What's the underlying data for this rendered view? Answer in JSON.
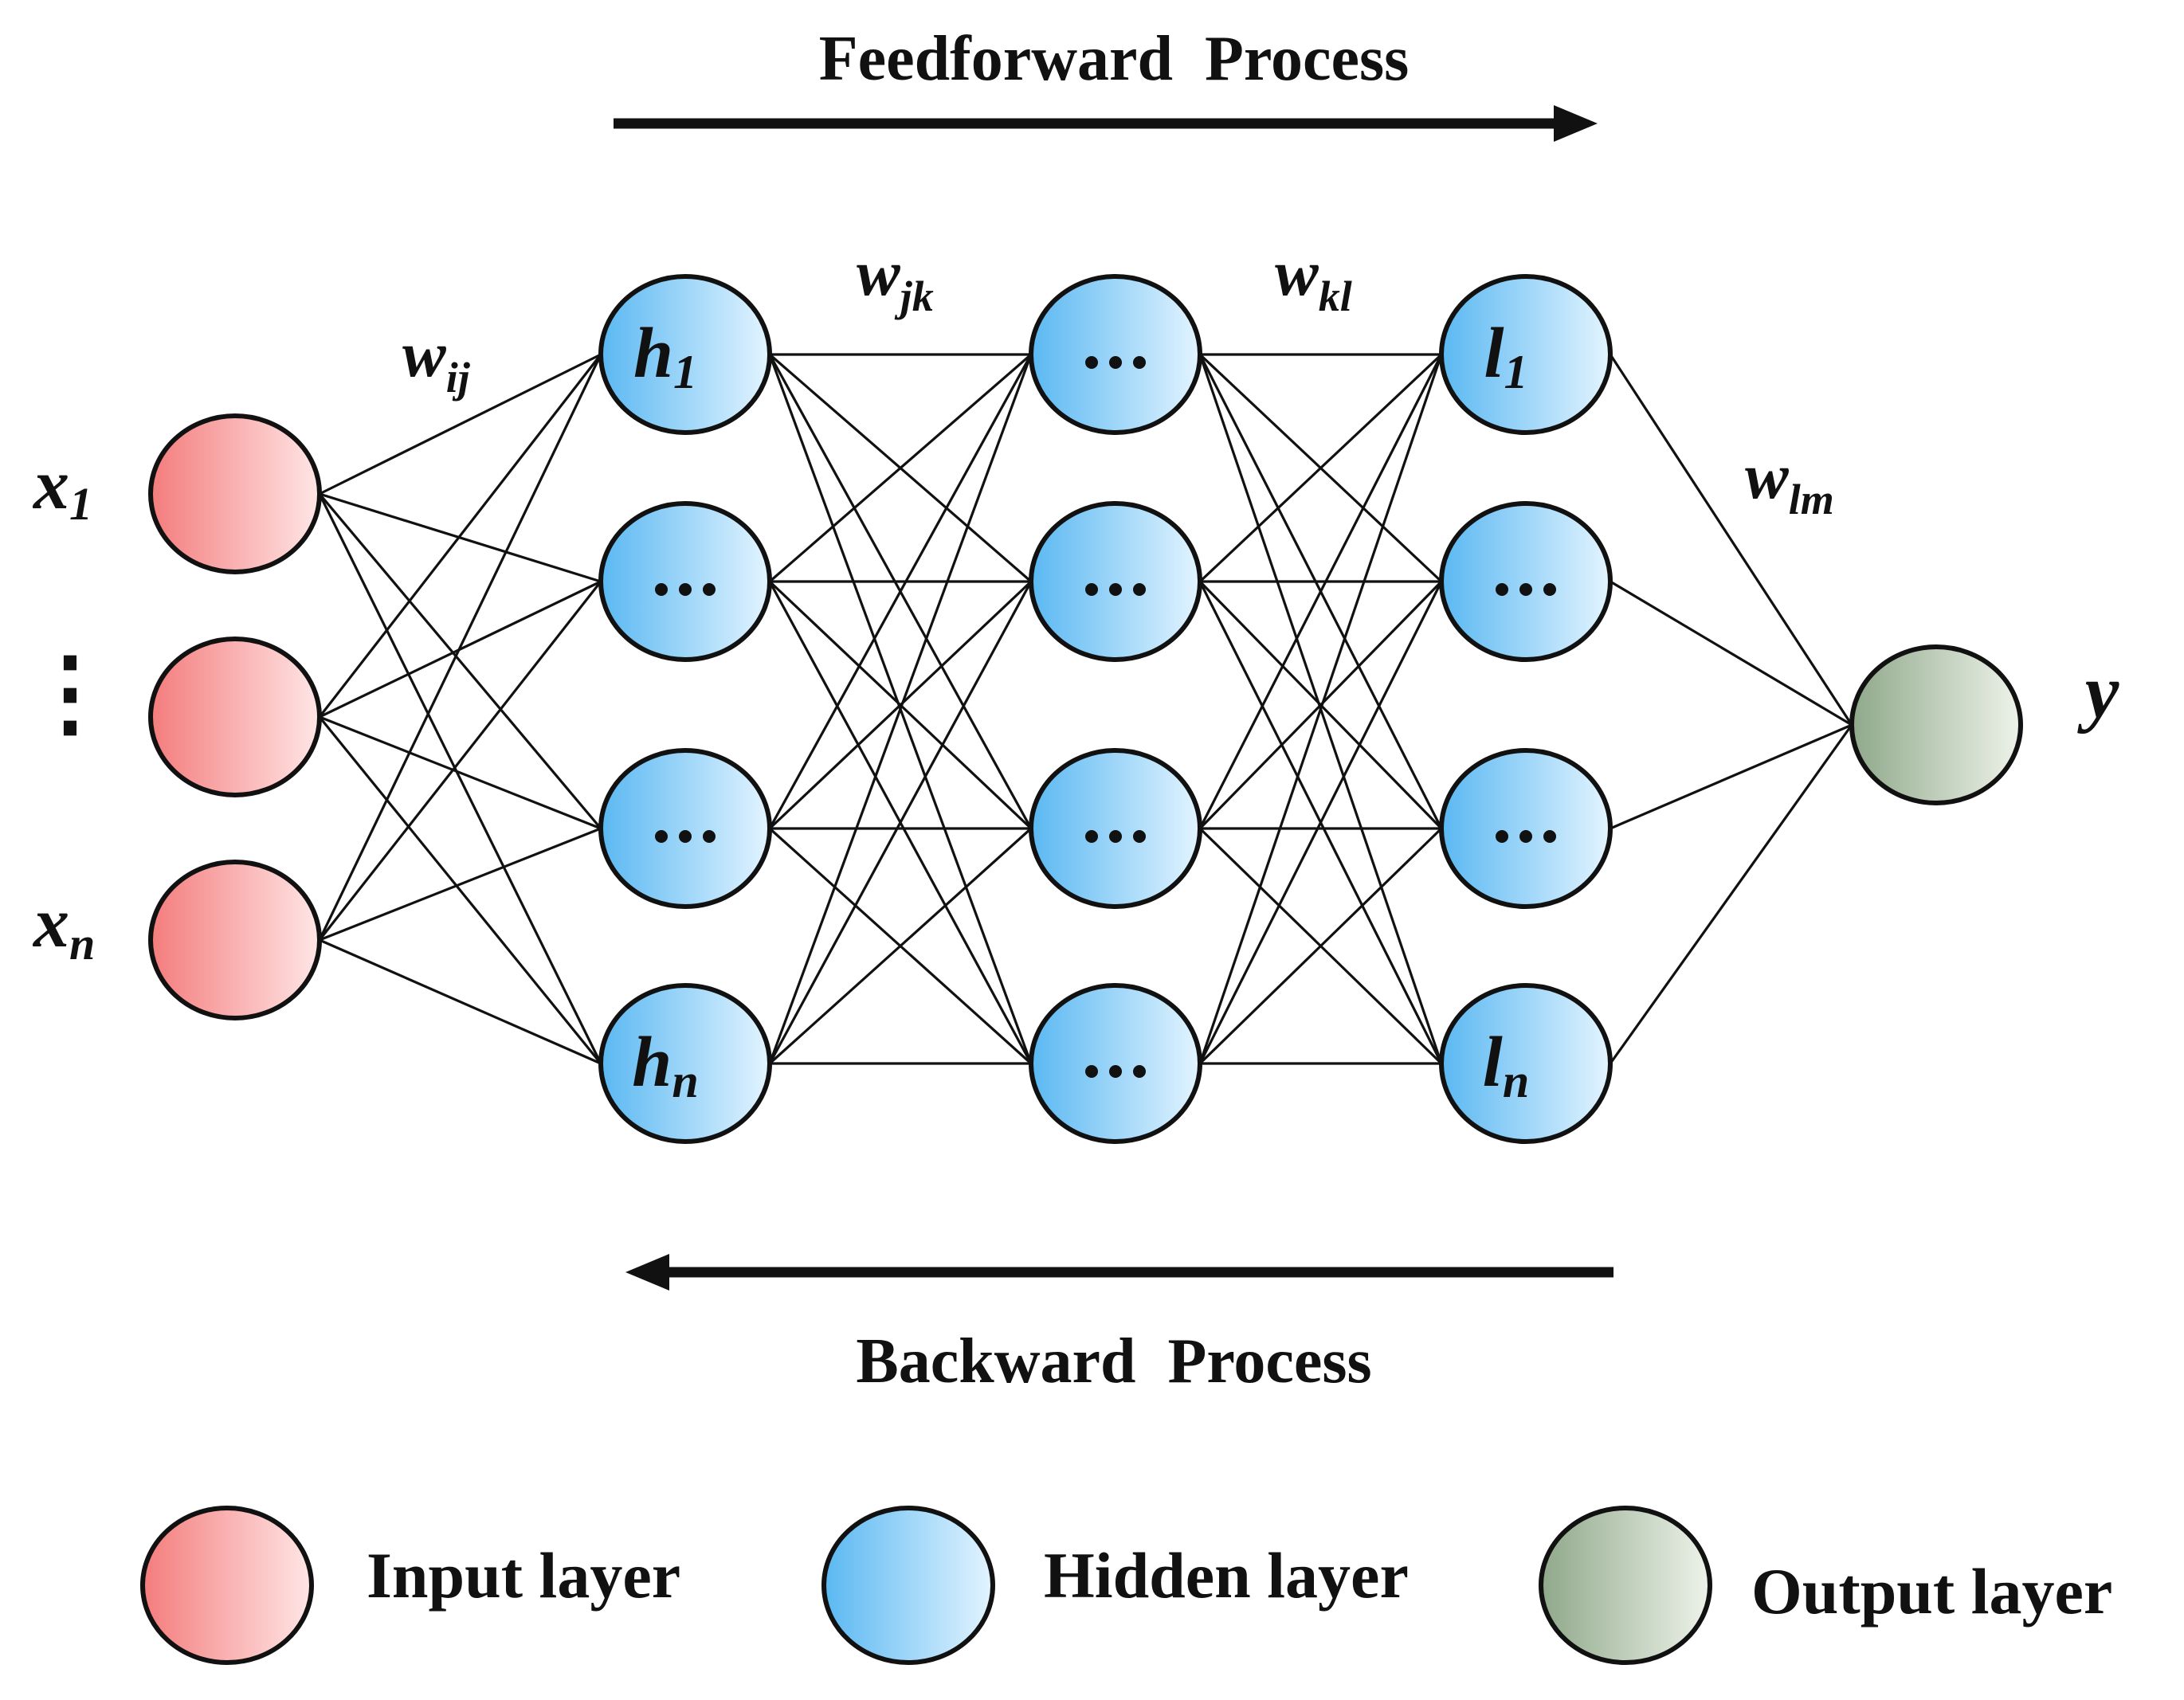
{
  "arrows": {
    "forward_label": "Feedforward  Process",
    "backward_label": "Backward  Process"
  },
  "inputs": {
    "first_base": "x",
    "first_sub": "1",
    "vdots": "⋮",
    "last_base": "x",
    "last_sub": "n"
  },
  "output": {
    "label": "y"
  },
  "weights": {
    "ij": {
      "base": "w",
      "sub": "ij"
    },
    "jk": {
      "base": "w",
      "sub": "jk"
    },
    "kl": {
      "base": "w",
      "sub": "kl"
    },
    "lm": {
      "base": "w",
      "sub": "lm"
    }
  },
  "layers": [
    {
      "id": "input",
      "kind": "input",
      "count": 3,
      "labels": [
        "",
        "",
        ""
      ]
    },
    {
      "id": "hidden1",
      "kind": "hidden",
      "count": 4,
      "labels": [
        {
          "base": "h",
          "sub": "1"
        },
        "dots",
        "dots",
        {
          "base": "h",
          "sub": "n"
        }
      ]
    },
    {
      "id": "hidden2",
      "kind": "hidden",
      "count": 4,
      "labels": [
        "dots",
        "dots",
        "dots",
        "dots"
      ]
    },
    {
      "id": "hidden3",
      "kind": "hidden",
      "count": 4,
      "labels": [
        {
          "base": "l",
          "sub": "1"
        },
        "dots",
        "dots",
        {
          "base": "l",
          "sub": "n"
        }
      ]
    },
    {
      "id": "output",
      "kind": "output",
      "count": 1,
      "labels": [
        ""
      ]
    }
  ],
  "legend": [
    {
      "kind": "input",
      "label": "Input layer"
    },
    {
      "kind": "hidden",
      "label": "Hidden layer"
    },
    {
      "kind": "output",
      "label": "Output layer"
    }
  ],
  "colors": {
    "input_fill_start": "#f47c7c",
    "input_fill_end": "#ffe6e6",
    "hidden_fill_start": "#5ab8f2",
    "hidden_fill_end": "#e3f4ff",
    "output_fill_start": "#8fa88a",
    "output_fill_end": "#eef3ea",
    "stroke": "#111111"
  }
}
